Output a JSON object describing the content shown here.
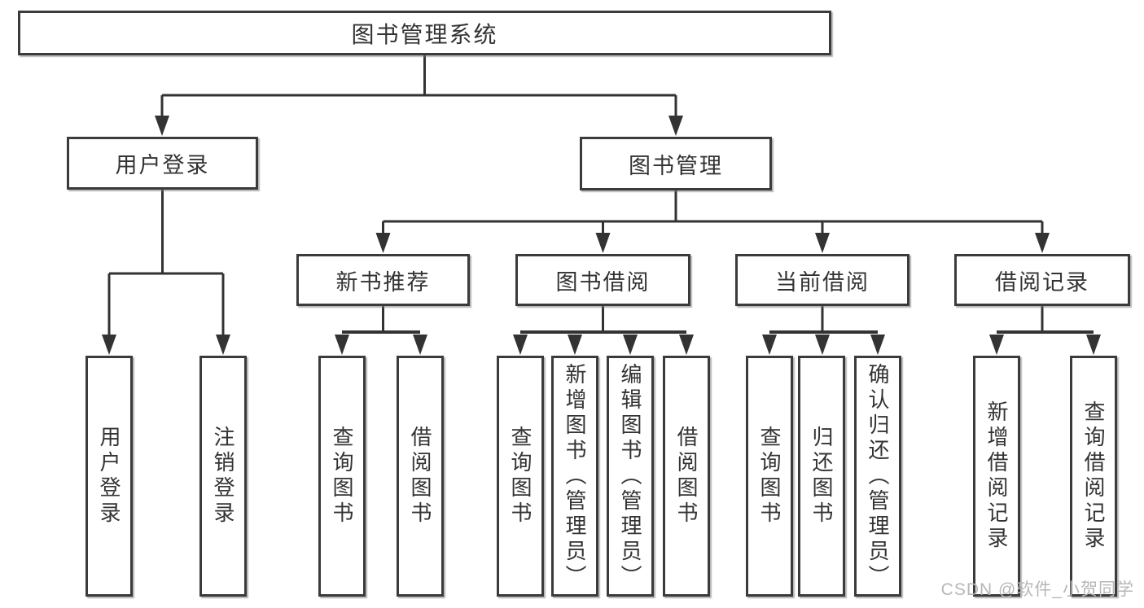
{
  "page": {
    "background": "#ffffff"
  },
  "colors": {
    "line": "#333333",
    "box_border": "#3b3b3b",
    "box_fill": "#ffffff",
    "text": "#333333",
    "watermark_text_color": "#b7b7b7"
  },
  "diagram": {
    "type": "tree",
    "root": {
      "label": "图书管理系统"
    },
    "branches": [
      {
        "label": "用户登录",
        "children": [
          {
            "label": "用户登录"
          },
          {
            "label": "注销登录"
          }
        ]
      },
      {
        "label": "图书管理",
        "children": [
          {
            "label": "新书推荐",
            "children": [
              {
                "label": "查询图书"
              },
              {
                "label": "借阅图书"
              }
            ]
          },
          {
            "label": "图书借阅",
            "children": [
              {
                "label": "查询图书"
              },
              {
                "label": "新增图书（管理员）"
              },
              {
                "label": "编辑图书（管理员）"
              },
              {
                "label": "借阅图书"
              }
            ]
          },
          {
            "label": "当前借阅",
            "children": [
              {
                "label": "查询图书"
              },
              {
                "label": "归还图书"
              },
              {
                "label": "确认归还（管理员）"
              }
            ]
          },
          {
            "label": "借阅记录",
            "children": [
              {
                "label": "新增借阅记录"
              },
              {
                "label": "查询借阅记录"
              }
            ]
          }
        ]
      }
    ]
  },
  "watermark": {
    "text": "CSDN @软件_小贺同学"
  }
}
